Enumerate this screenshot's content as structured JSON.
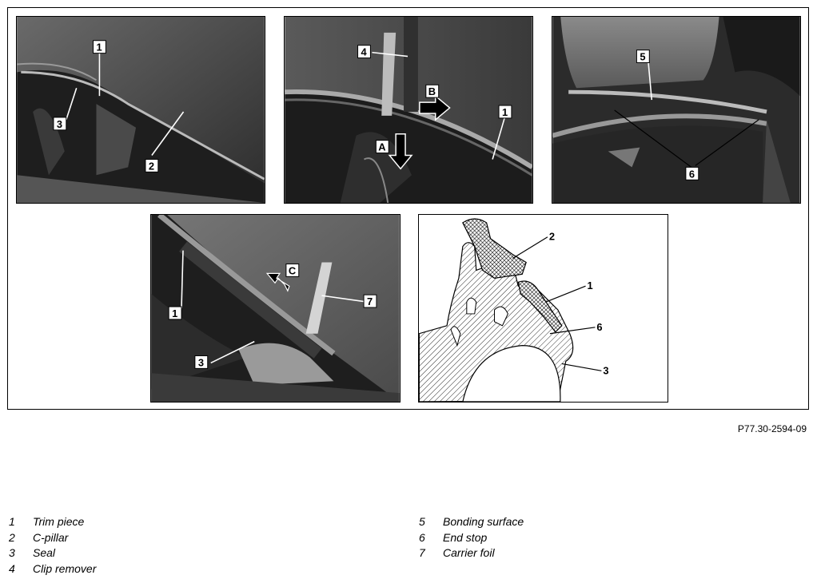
{
  "figure": {
    "panels": [
      {
        "id": "p1",
        "callouts": [
          "1",
          "2",
          "3"
        ]
      },
      {
        "id": "p2",
        "callouts": [
          "4",
          "1"
        ],
        "arrows": [
          "A",
          "B"
        ]
      },
      {
        "id": "p3",
        "callouts": [
          "5",
          "6"
        ]
      },
      {
        "id": "p4",
        "callouts": [
          "1",
          "3",
          "7"
        ],
        "arrows": [
          "C"
        ]
      },
      {
        "id": "p5",
        "callouts": [
          "2",
          "1",
          "6",
          "3"
        ]
      }
    ],
    "reference": "P77.30-2594-09"
  },
  "legend": {
    "left": [
      {
        "num": "1",
        "text": "Trim piece"
      },
      {
        "num": "2",
        "text": "C-pillar"
      },
      {
        "num": "3",
        "text": "Seal"
      },
      {
        "num": "4",
        "text": "Clip remover"
      }
    ],
    "right": [
      {
        "num": "5",
        "text": "Bonding surface"
      },
      {
        "num": "6",
        "text": "End stop"
      },
      {
        "num": "7",
        "text": "Carrier foil"
      }
    ]
  }
}
